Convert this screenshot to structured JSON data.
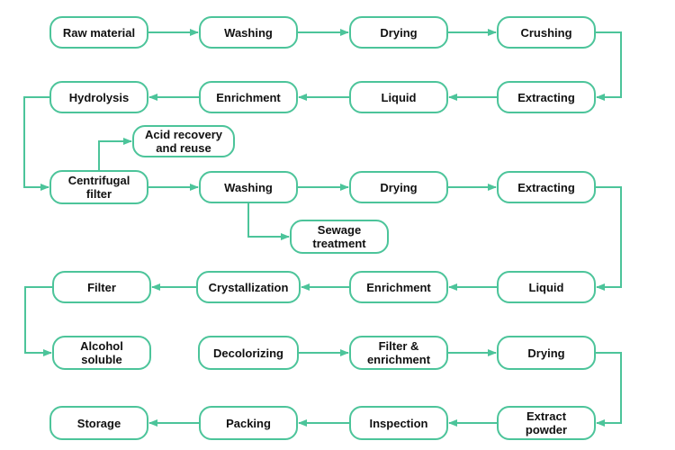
{
  "diagram": {
    "colors": {
      "line": "#4cc49a",
      "text": "#111111",
      "background": "#ffffff"
    },
    "nodes": {
      "raw_material": "Raw material",
      "washing_1": "Washing",
      "drying_1": "Drying",
      "crushing": "Crushing",
      "hydrolysis": "Hydrolysis",
      "enrichment_1": "Enrichment",
      "liquid_1": "Liquid",
      "extracting_1": "Extracting",
      "acid_recovery": "Acid recovery\nand reuse",
      "centrifugal_filter": "Centrifugal\nfilter",
      "washing_2": "Washing",
      "drying_2": "Drying",
      "extracting_2": "Extracting",
      "sewage_treatment": "Sewage\ntreatment",
      "filter": "Filter",
      "crystallization": "Crystallization",
      "enrichment_2": "Enrichment",
      "liquid_2": "Liquid",
      "alcohol_soluble": "Alcohol\nsoluble",
      "decolorizing": "Decolorizing",
      "filter_enrichment": "Filter &\nenrichment",
      "drying_3": "Drying",
      "storage": "Storage",
      "packing": "Packing",
      "inspection": "Inspection",
      "extract_powder": "Extract\npowder"
    },
    "edges": [
      [
        "raw_material",
        "washing_1"
      ],
      [
        "washing_1",
        "drying_1"
      ],
      [
        "drying_1",
        "crushing"
      ],
      [
        "crushing",
        "extracting_1"
      ],
      [
        "extracting_1",
        "liquid_1"
      ],
      [
        "liquid_1",
        "enrichment_1"
      ],
      [
        "enrichment_1",
        "hydrolysis"
      ],
      [
        "hydrolysis",
        "centrifugal_filter"
      ],
      [
        "centrifugal_filter",
        "acid_recovery"
      ],
      [
        "centrifugal_filter",
        "washing_2"
      ],
      [
        "washing_2",
        "drying_2"
      ],
      [
        "washing_2",
        "sewage_treatment"
      ],
      [
        "drying_2",
        "extracting_2"
      ],
      [
        "extracting_2",
        "liquid_2"
      ],
      [
        "liquid_2",
        "enrichment_2"
      ],
      [
        "enrichment_2",
        "crystallization"
      ],
      [
        "crystallization",
        "filter"
      ],
      [
        "filter",
        "alcohol_soluble"
      ],
      [
        "decolorizing",
        "filter_enrichment"
      ],
      [
        "filter_enrichment",
        "drying_3"
      ],
      [
        "drying_3",
        "extract_powder"
      ],
      [
        "extract_powder",
        "inspection"
      ],
      [
        "inspection",
        "packing"
      ],
      [
        "packing",
        "storage"
      ]
    ]
  }
}
